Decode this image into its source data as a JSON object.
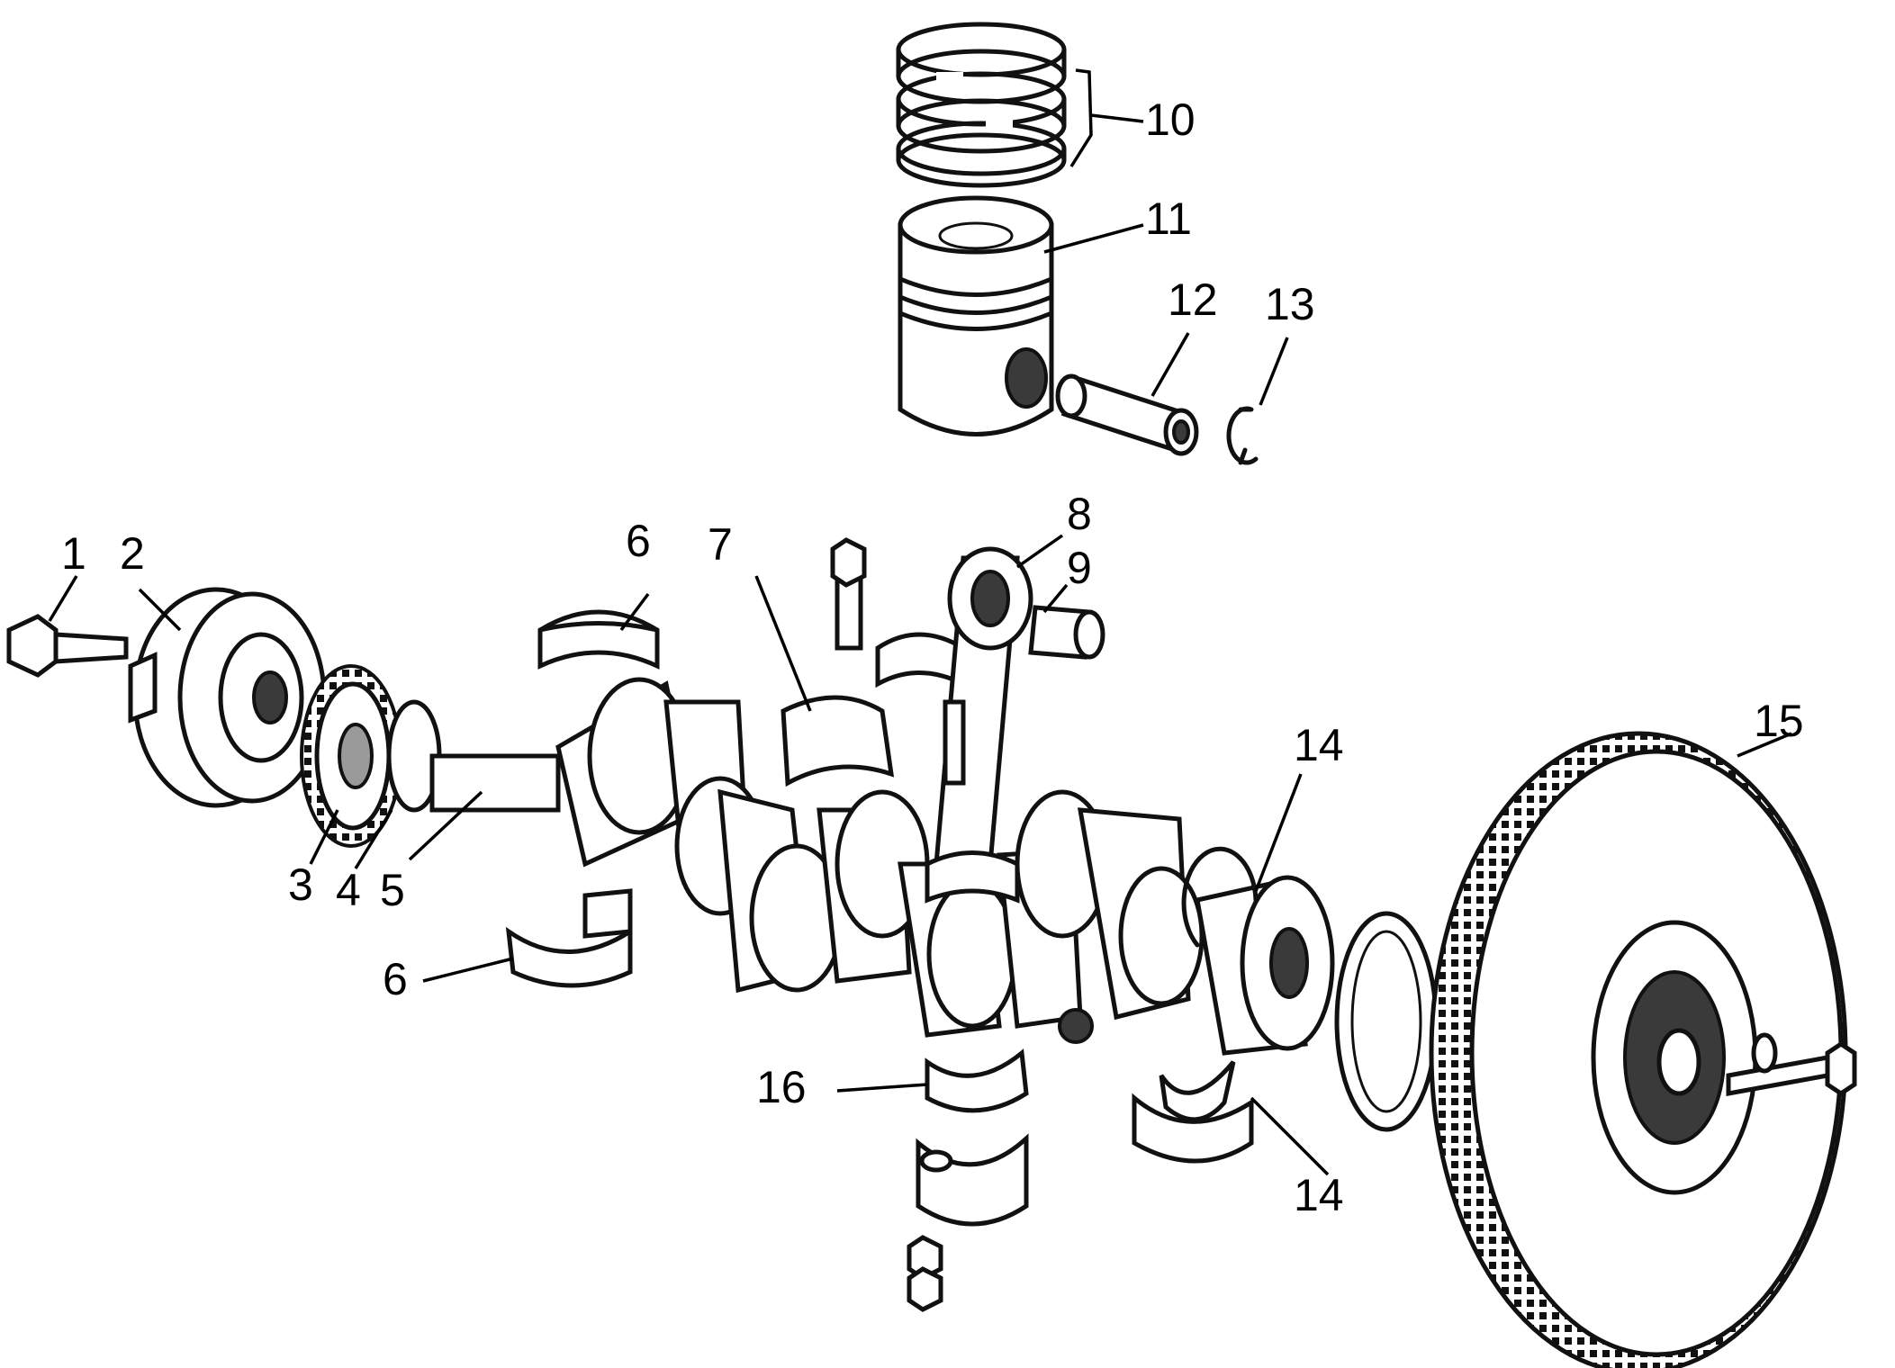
{
  "labels": {
    "l1": "1",
    "l2": "2",
    "l3": "3",
    "l4": "4",
    "l5": "5",
    "l6a": "6",
    "l6b": "6",
    "l7": "7",
    "l8": "8",
    "l9": "9",
    "l10": "10",
    "l11": "11",
    "l12": "12",
    "l13": "13",
    "l14a": "14",
    "l14b": "14",
    "l15": "15",
    "l16": "16"
  }
}
